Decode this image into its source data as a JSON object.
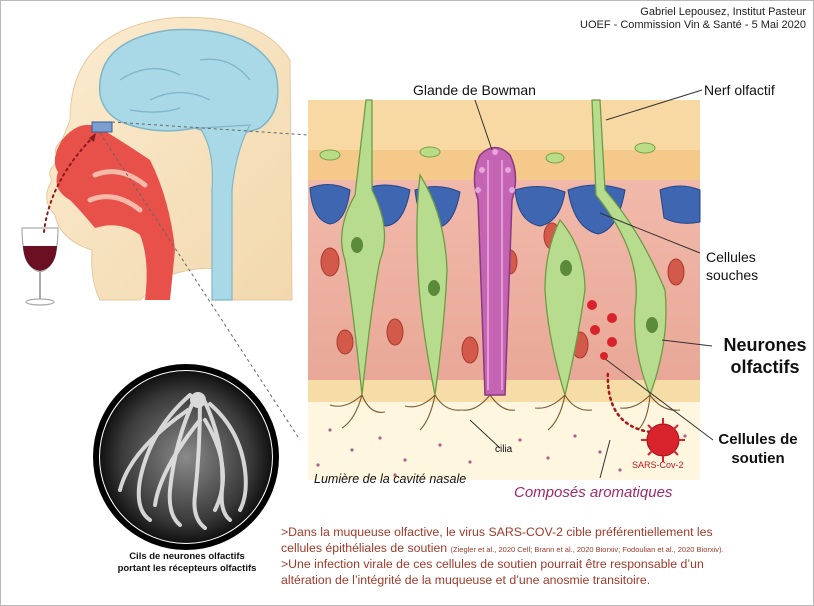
{
  "credit": {
    "line1": "Gabriel Lepousez, Institut Pasteur",
    "line2": "UOEF - Commission Vin & Santé - 5 Mai 2020"
  },
  "labels": {
    "bowman": "Glande de Bowman",
    "nerf": "Nerf olfactif",
    "cellules_souches": "Cellules souches",
    "neurones": "Neurones olfactifs",
    "soutien": "Cellules de soutien",
    "cilia": "cilia",
    "lumiere": "Lumière de la cavité nasale",
    "composes": "Composés aromatiques",
    "virus": "SARS-Cov-2"
  },
  "caption": {
    "line1": "Cils de neurones olfactifs",
    "line2": "portant les récepteurs olfactifs"
  },
  "notes": {
    "line1": ">Dans la muqueuse olfactive, le virus SARS-COV-2 cible préférentiellement les",
    "line2a": "cellules épithéliales de soutien",
    "line2b": "(Ziegler et al., 2020 Cell; Brann et al., 2020 Biorxiv; Fodoulian et al., 2020 Biorxiv).",
    "line3": ">Une infection virale de ces cellules de soutien pourrait être responsable d’un",
    "line4": "altération de l’intégrité de la muqueuse et d’une anosmie transitoire."
  },
  "colors": {
    "brain": "#a9d8e6",
    "nasal": "#e8504a",
    "skin": "#f6e3bf",
    "tissue": "#eebcae",
    "neuron": "#b7dc8e",
    "bowman": "#c564b3",
    "stem": "#3f67b1",
    "virus": "#d8232c",
    "wine": "#6a1022",
    "accent_text": "#a03a2a"
  }
}
